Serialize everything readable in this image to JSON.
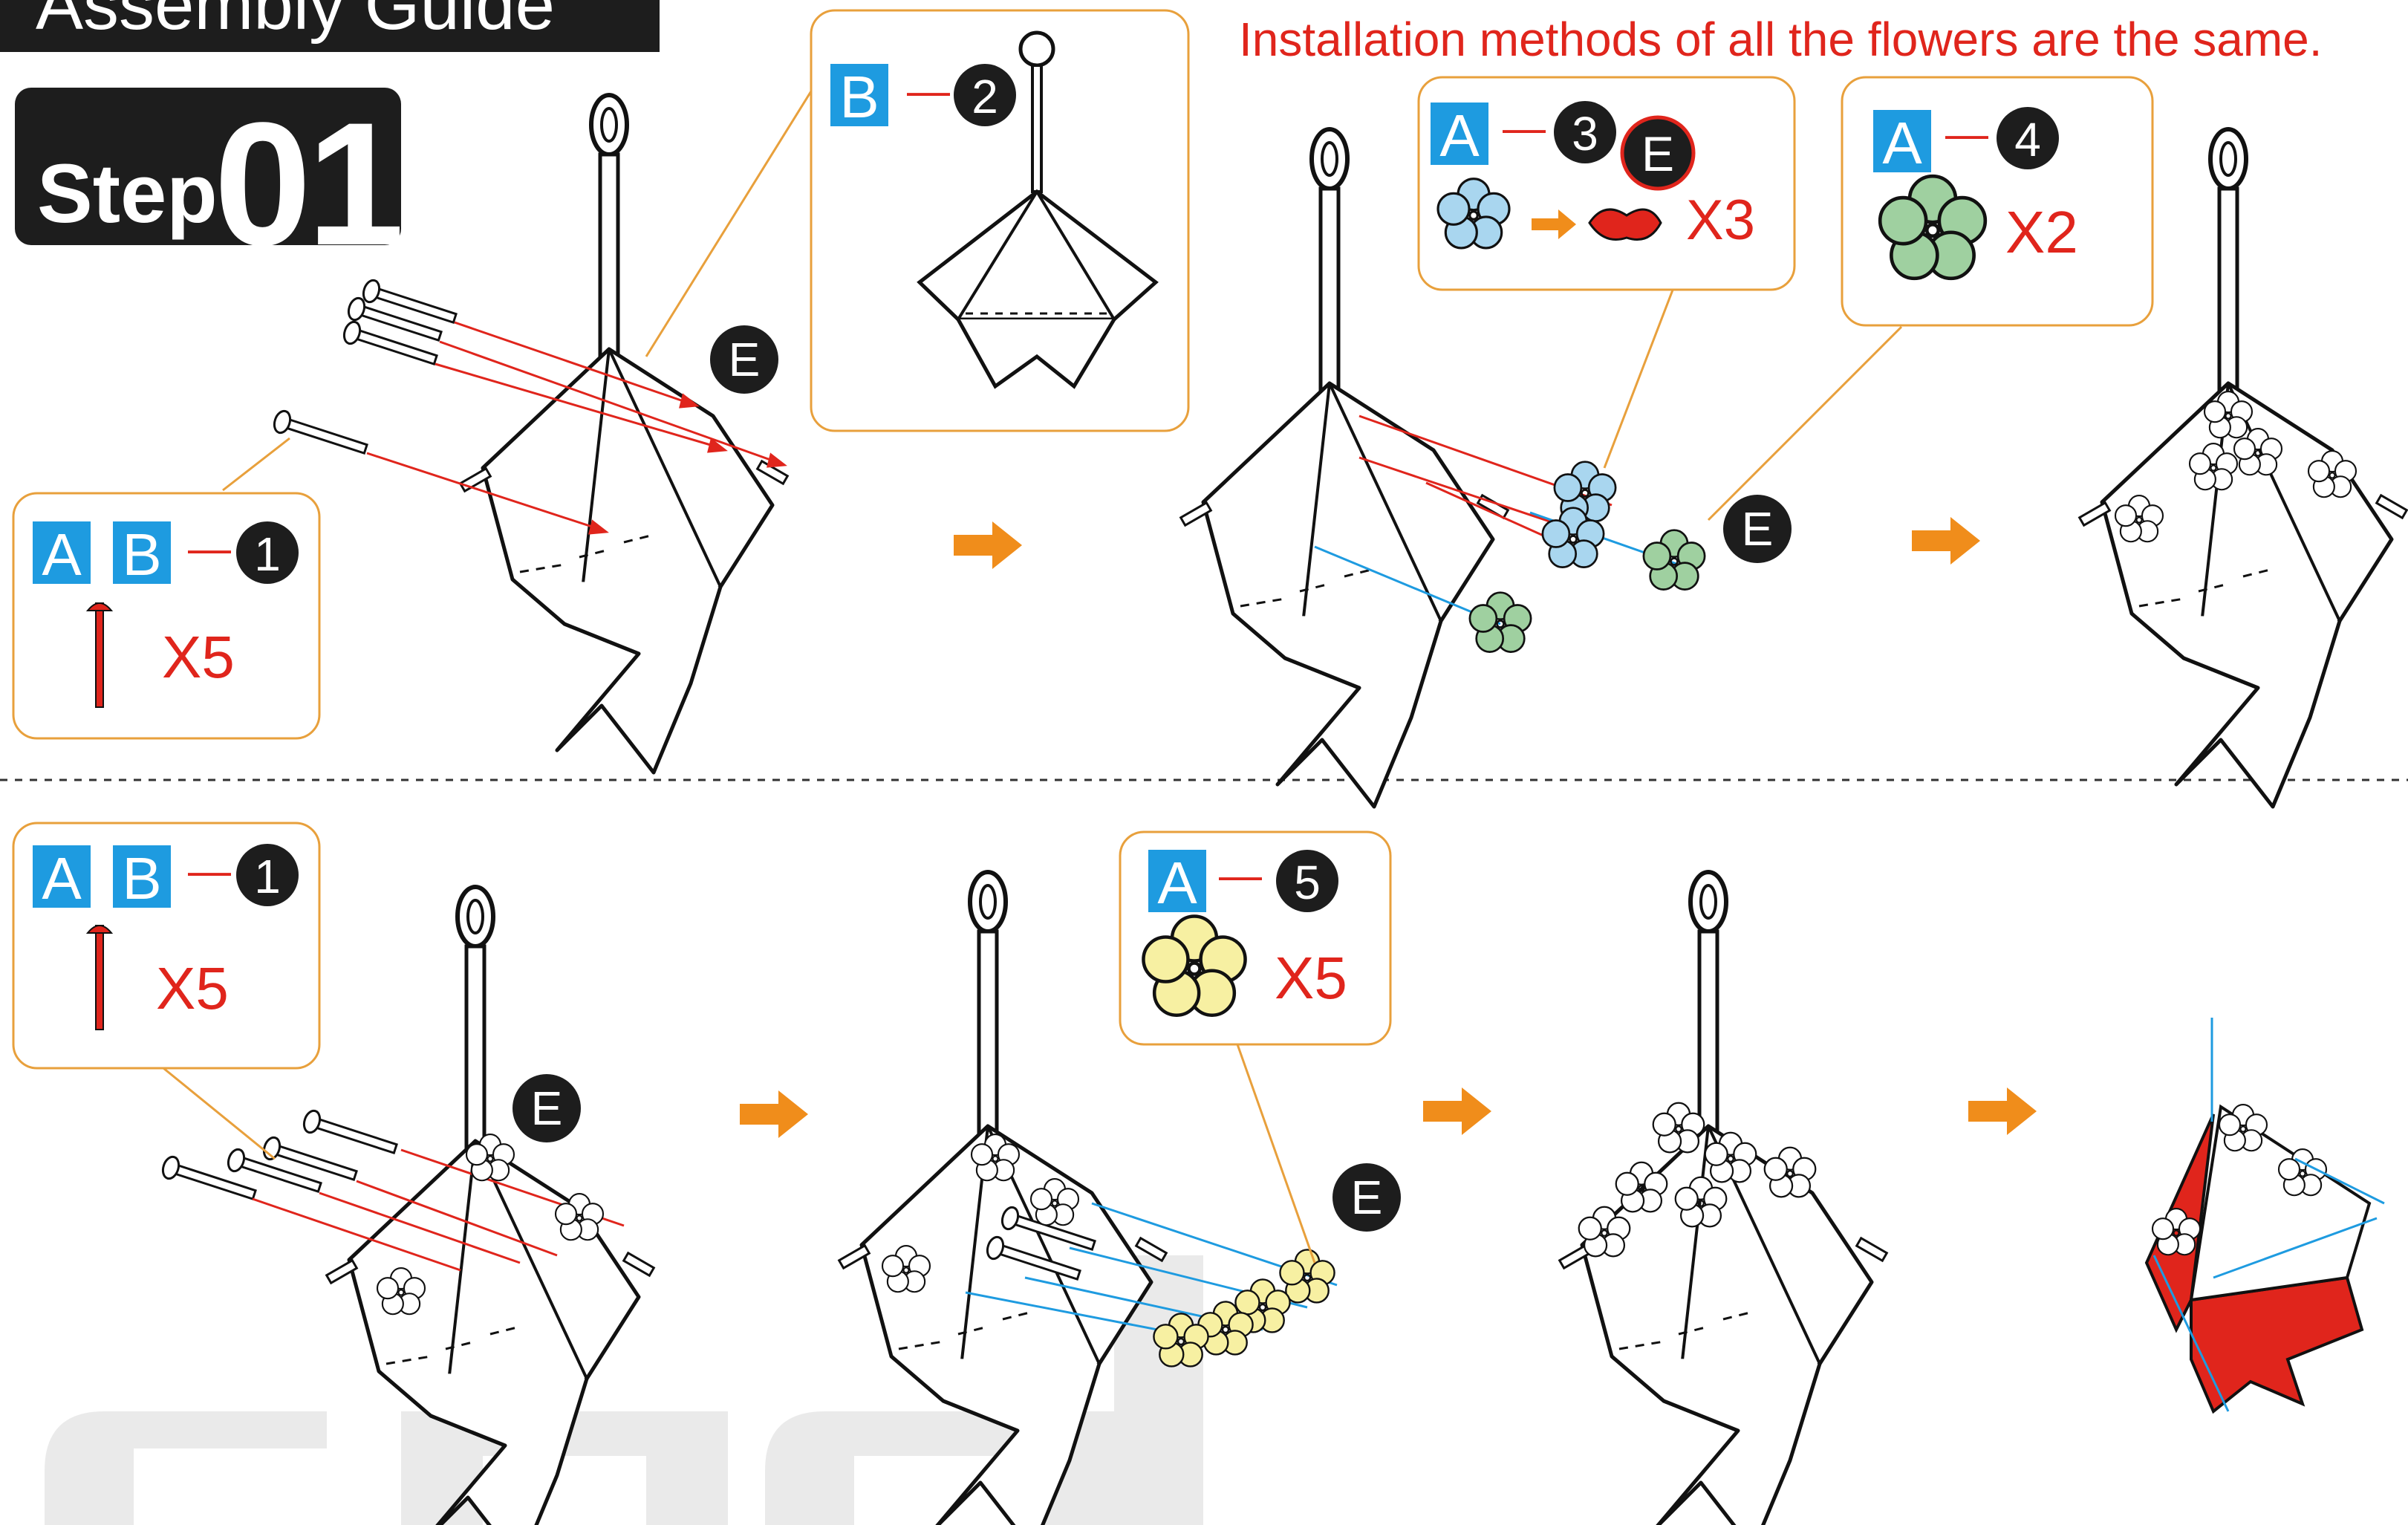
{
  "header": {
    "guide_title": "Assembly Guide"
  },
  "step": {
    "word": "Step",
    "number": "01"
  },
  "note": "Installation methods of all the flowers are the same.",
  "labels": {
    "part_a": "A",
    "part_b": "B",
    "dash": "—",
    "connector": "E"
  },
  "callouts": {
    "ab1_top": {
      "num": "1",
      "qty": "X5"
    },
    "b2": {
      "num": "2"
    },
    "a3": {
      "num": "3",
      "qty": "X3"
    },
    "a4": {
      "num": "4",
      "qty": "X2"
    },
    "ab1_bottom": {
      "num": "1",
      "qty": "X5"
    },
    "a5": {
      "num": "5",
      "qty": "X5"
    }
  },
  "colors": {
    "accent_red": "#e0251c",
    "badge_blue": "#1e9be0",
    "callout_border": "#e8a03c",
    "arrow_orange": "#f08d1b",
    "flower_blue": "#a9d6ef",
    "flower_green": "#9fd0a0",
    "flower_yellow": "#f7f0a2",
    "step_black": "#1d1d1d"
  }
}
